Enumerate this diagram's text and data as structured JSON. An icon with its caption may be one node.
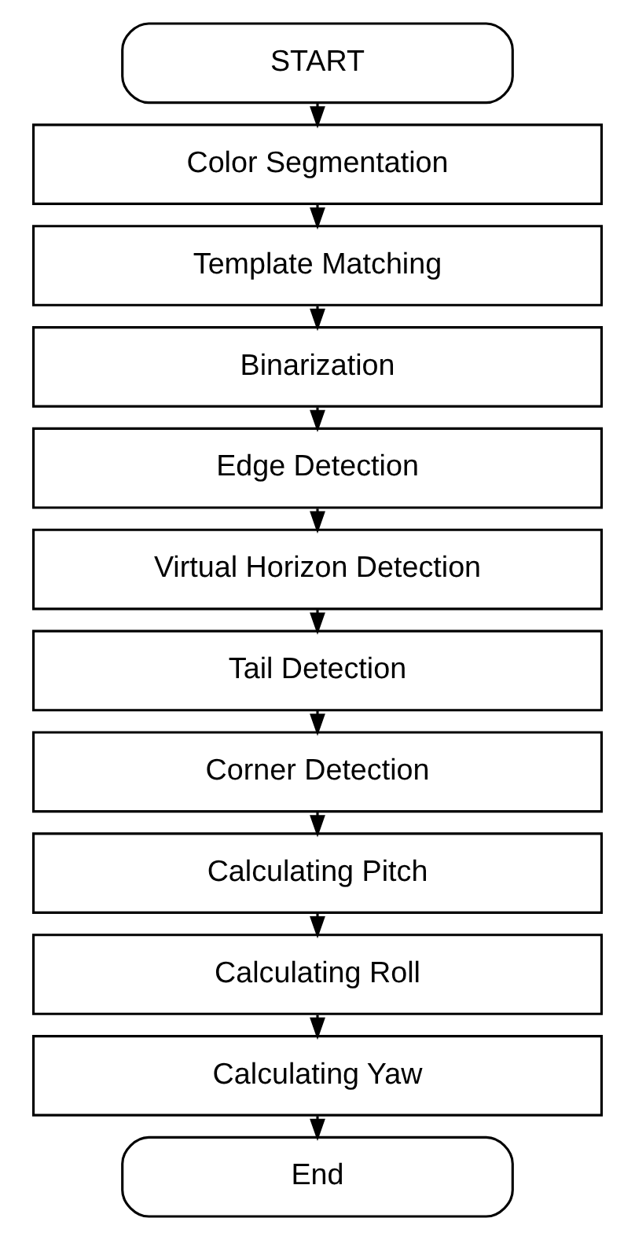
{
  "diagram": {
    "nodes": [
      {
        "text": [
          "START"
        ]
      },
      {
        "text": [
          "Color Segmentation"
        ]
      },
      {
        "text": [
          "Template Matching"
        ]
      },
      {
        "text": [
          "Binarization"
        ]
      },
      {
        "text": [
          "Edge Detection"
        ]
      },
      {
        "text": [
          "Virtual Horizon Detection"
        ]
      },
      {
        "text": [
          "Tail Detection"
        ]
      },
      {
        "text": [
          "Corner Detection"
        ]
      },
      {
        "text": [
          "Calculating Pitch"
        ]
      },
      {
        "text": [
          "Calculating Roll"
        ]
      },
      {
        "text": [
          "Calculating Yaw"
        ]
      },
      {
        "text": [
          "End"
        ]
      }
    ],
    "edges": [
      {
        "from": 0,
        "to": 1,
        "arrow": "to"
      },
      {
        "from": 1,
        "to": 2,
        "arrow": "to"
      },
      {
        "from": 2,
        "to": 3,
        "arrow": "to"
      },
      {
        "from": 3,
        "to": 4,
        "arrow": "to"
      },
      {
        "from": 4,
        "to": 5,
        "arrow": "to"
      },
      {
        "from": 5,
        "to": 6,
        "arrow": "to"
      },
      {
        "from": 6,
        "to": 7,
        "arrow": "to"
      },
      {
        "from": 7,
        "to": 8,
        "arrow": "to"
      },
      {
        "from": 8,
        "to": 9,
        "arrow": "to"
      },
      {
        "from": 9,
        "to": 10,
        "arrow": "to"
      },
      {
        "from": 10,
        "to": 11,
        "arrow": "to"
      }
    ]
  }
}
